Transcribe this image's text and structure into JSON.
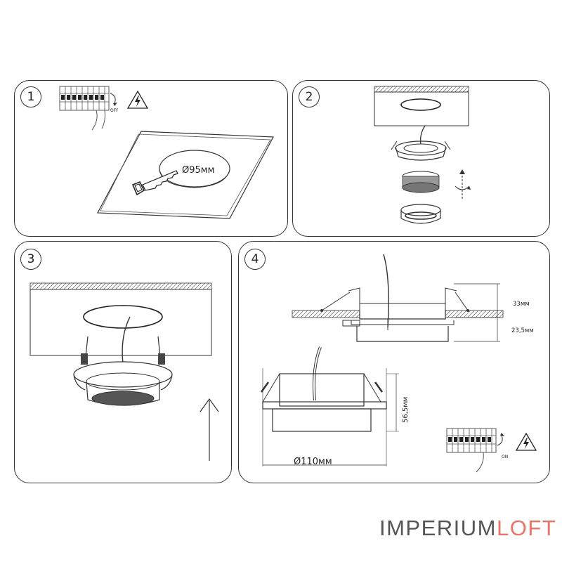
{
  "steps": [
    {
      "number": "1",
      "labels": {
        "off": "OFF",
        "diameter": "Ø95мм"
      }
    },
    {
      "number": "2"
    },
    {
      "number": "3"
    },
    {
      "number": "4",
      "labels": {
        "height_top": "33мм",
        "height_bottom": "23,5мм",
        "height_total": "56,5мм",
        "diameter": "Ø110мм",
        "on": "ON"
      }
    }
  ],
  "brand": {
    "part1": "IMPERIUM",
    "part2": "LOFT",
    "color1": "#555555",
    "color2": "#e8756a"
  },
  "icons": [
    "breaker-icon",
    "high-voltage-icon",
    "saw-icon",
    "rotate-icon",
    "arrow-up-icon"
  ]
}
